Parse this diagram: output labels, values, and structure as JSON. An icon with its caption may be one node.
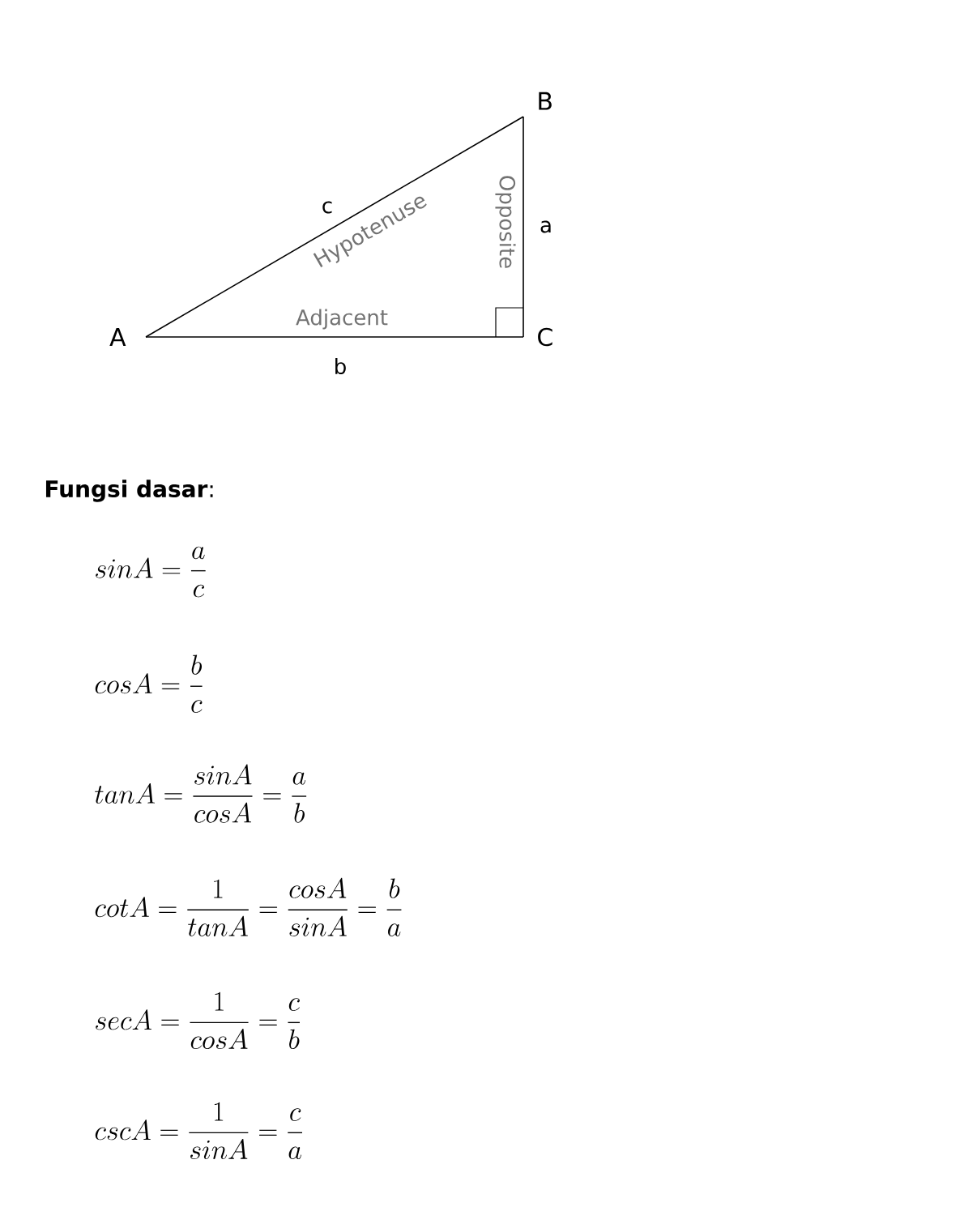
{
  "diagram": {
    "nodes": [
      {
        "text": [
          "A"
        ]
      },
      {
        "text": [
          "B"
        ]
      },
      {
        "text": [
          "C"
        ]
      }
    ],
    "edges": [
      {
        "from": 0,
        "to": 1,
        "arrow": "none"
      },
      {
        "from": 1,
        "to": 2,
        "arrow": "none"
      },
      {
        "from": 0,
        "to": 2,
        "arrow": "none"
      }
    ],
    "labels": [
      "c",
      "Hypotenuse",
      "Opposite",
      "a",
      "Adjacent",
      "b",
      "**Fungsi dasar**:",
      "sinA = \\frac{a}{c}",
      "cosA = \\frac{b}{c}",
      "tanA = \\frac{sinA}{cosA} = \\frac{a}{b}",
      "cotA = \\frac{1}{tanA} = \\frac{cosA}{sinA} = \\frac{b}{a}",
      "secA = \\frac{1}{cosA} = \\frac{c}{b}",
      "cscA = \\frac{1}{sinA} = \\frac{c}{a}"
    ]
  }
}
